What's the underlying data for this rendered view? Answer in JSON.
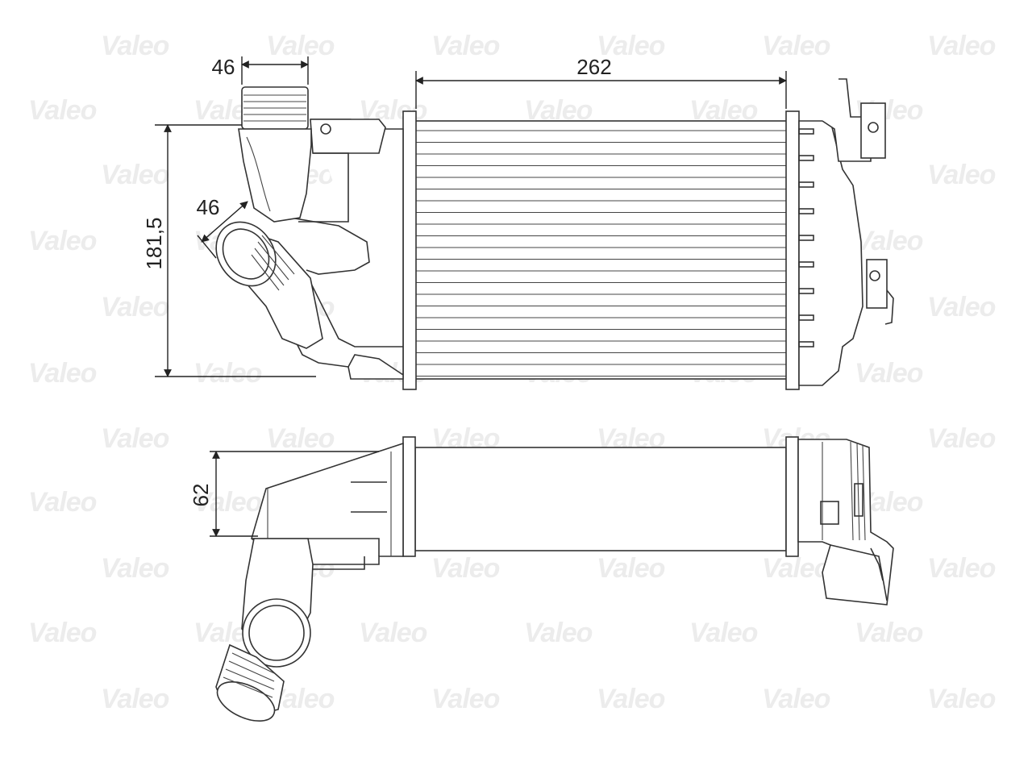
{
  "watermark": {
    "text": "Valeo"
  },
  "dimensions": {
    "top_width": "46",
    "core_width": "262",
    "height": "181,5",
    "inlet_diameter": "46",
    "depth": "62"
  }
}
